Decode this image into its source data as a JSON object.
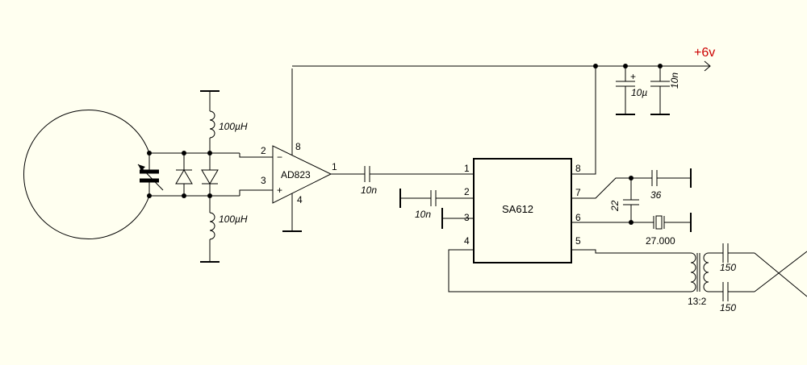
{
  "supply": {
    "label": "+6v",
    "color": "#cc0000"
  },
  "opamp": {
    "name": "AD823",
    "pin_minus": "2",
    "pin_plus": "3",
    "pin_out": "1",
    "pin_vcc": "8",
    "pin_gnd": "4",
    "sym_minus": "−",
    "sym_plus": "+"
  },
  "mixer": {
    "name": "SA612",
    "pins_left": [
      "1",
      "2",
      "3",
      "4"
    ],
    "pins_right": [
      "8",
      "7",
      "6",
      "5"
    ]
  },
  "inductors": {
    "top": "100µH",
    "bottom": "100µH"
  },
  "capacitors": {
    "coupling": "10n",
    "pin2": "10n",
    "supply_elec": "10µ",
    "supply_elec_pol": "+",
    "supply_cer": "10n",
    "osc_top": "36",
    "osc_mid": "22",
    "out_top": "150",
    "out_bottom": "150"
  },
  "crystal": "27.000",
  "transformer": "13:2"
}
